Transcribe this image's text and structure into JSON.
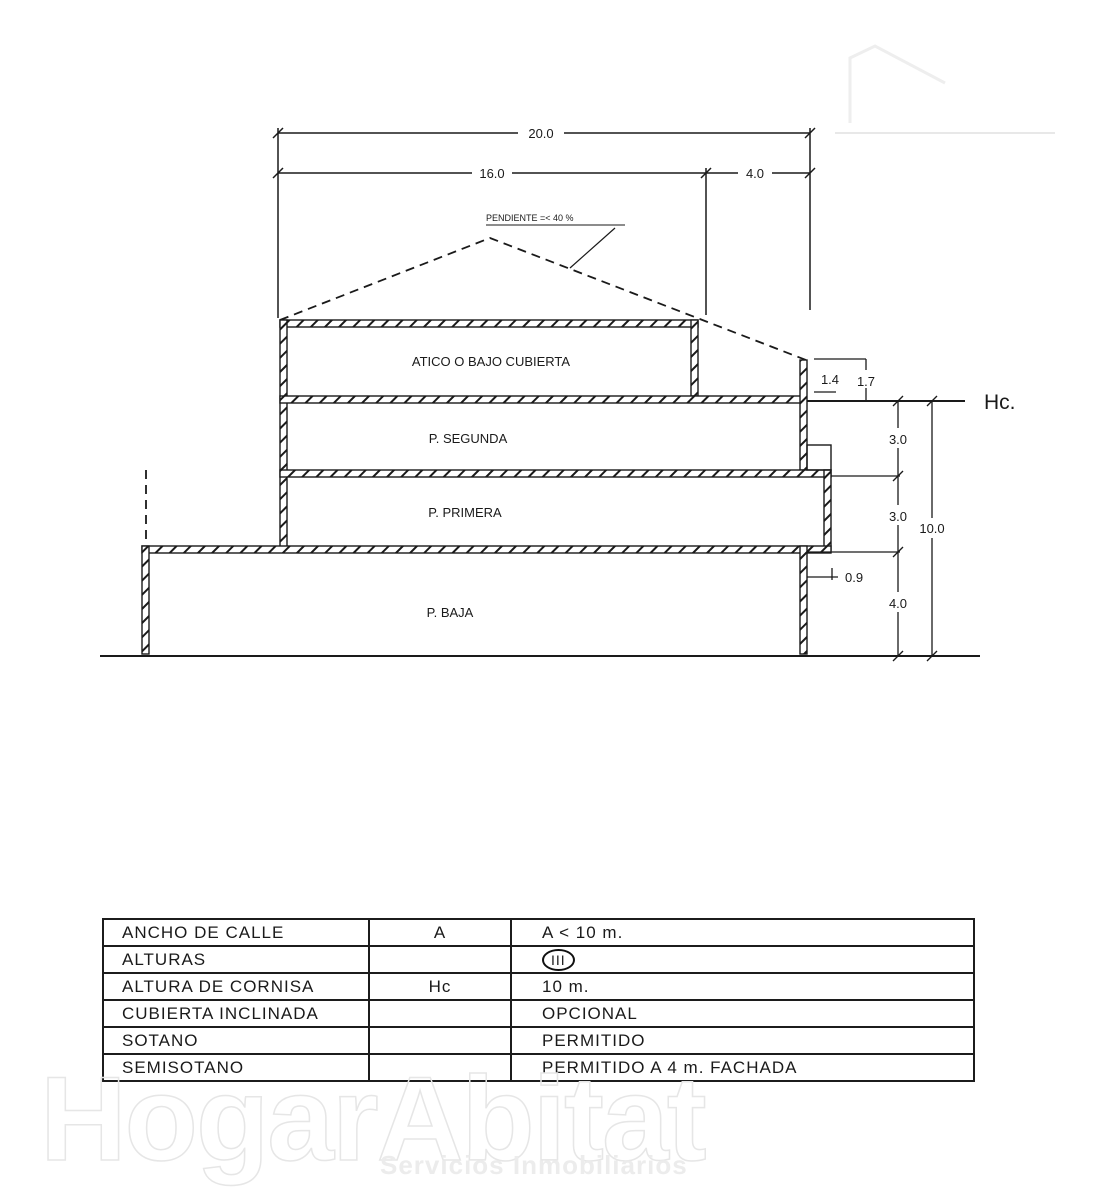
{
  "drawing": {
    "dimensions": {
      "total_width": "20.0",
      "main_width": "16.0",
      "rear_width": "4.0",
      "roof_slope_note": "PENDIENTE =< 40 %",
      "parapet_1": "1.4",
      "parapet_2": "1.7",
      "cornice_label": "Hc.",
      "floor_height_2": "3.0",
      "floor_height_1": "3.0",
      "total_height": "10.0",
      "ground_height": "4.0",
      "overhang": "0.9"
    },
    "floors": [
      {
        "label": "ATICO O BAJO CUBIERTA"
      },
      {
        "label": "P. SEGUNDA"
      },
      {
        "label": "P. PRIMERA"
      },
      {
        "label": "P. BAJA"
      }
    ]
  },
  "table": {
    "rows": [
      {
        "name": "ANCHO DE CALLE",
        "symbol": "A",
        "value": "A < 10 m."
      },
      {
        "name": "ALTURAS",
        "symbol": "",
        "value": "III"
      },
      {
        "name": "ALTURA DE CORNISA",
        "symbol": "Hc",
        "value": "10 m."
      },
      {
        "name": "CUBIERTA INCLINADA",
        "symbol": "",
        "value": "OPCIONAL"
      },
      {
        "name": "SOTANO",
        "symbol": "",
        "value": "PERMITIDO"
      },
      {
        "name": "SEMISOTANO",
        "symbol": "",
        "value": "PERMITIDO A 4 m. FACHADA"
      }
    ]
  },
  "watermark": {
    "brand": "HogarAbitat",
    "tagline": "Servicios Inmobiliarios"
  },
  "colors": {
    "ink": "#1a1a1a",
    "background": "#ffffff",
    "watermark": "#e6e6e6"
  }
}
